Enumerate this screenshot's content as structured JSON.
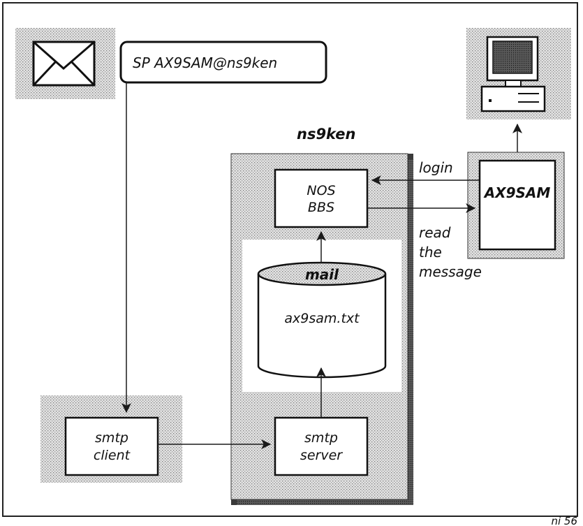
{
  "command_text": "SP  AX9SAM@ns9ken",
  "host_label": "ns9ken",
  "bbs_line1": "NOS",
  "bbs_line2": "BBS",
  "mailbox_label": "mail",
  "mail_file": "ax9sam.txt",
  "smtp_client_line1": "smtp",
  "smtp_client_line2": "client",
  "smtp_server_line1": "smtp",
  "smtp_server_line2": "server",
  "user_label": "AX9SAM",
  "login_label": "login",
  "read_line1": "read",
  "read_line2": "the",
  "read_line3": "message",
  "figure_code": "ni 56"
}
